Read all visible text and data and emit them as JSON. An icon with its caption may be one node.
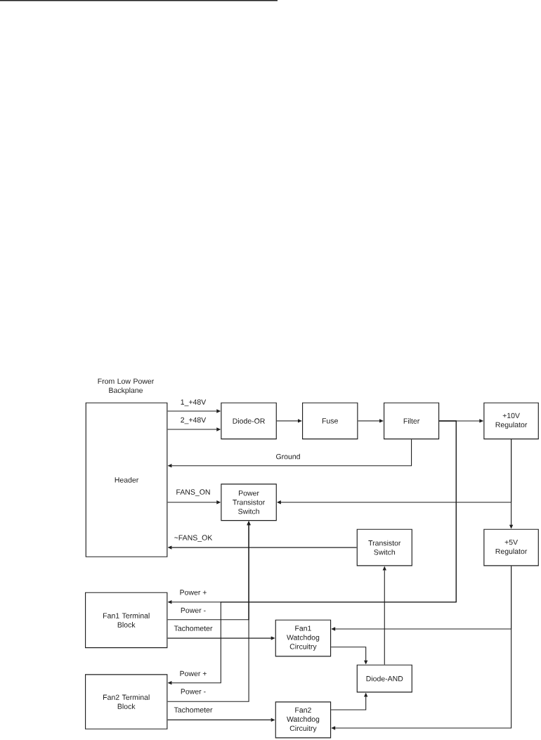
{
  "diagram": {
    "nodes": [
      {
        "text": [
          "Header"
        ],
        "beside": [
          "From Low Power Backplane"
        ]
      },
      {
        "text": [
          "Diode-OR"
        ]
      },
      {
        "text": [
          "Fuse"
        ]
      },
      {
        "text": [
          "Filter"
        ]
      },
      {
        "text": [
          "+10V Regulator"
        ]
      },
      {
        "text": [
          "Power Transistor Switch"
        ]
      },
      {
        "text": [
          "Transistor Switch"
        ]
      },
      {
        "text": [
          "+5V Regulator"
        ]
      },
      {
        "text": [
          "Fan1 Terminal Block"
        ]
      },
      {
        "text": [
          "Fan1 Watchdog Circuitry"
        ]
      },
      {
        "text": [
          "Diode-AND"
        ]
      },
      {
        "text": [
          "Fan2 Terminal Block"
        ]
      },
      {
        "text": [
          "Fan2 Watchdog Circuitry"
        ]
      }
    ],
    "edges": [
      {
        "from": 0,
        "to": 1,
        "arrow": "to",
        "label": "1_+48V"
      },
      {
        "from": 0,
        "to": 1,
        "arrow": "to",
        "label": "2_+48V"
      },
      {
        "from": 1,
        "to": 2,
        "arrow": "to"
      },
      {
        "from": 2,
        "to": 3,
        "arrow": "to"
      },
      {
        "from": 3,
        "to": 4,
        "arrow": "to"
      },
      {
        "from": 3,
        "to": 0,
        "arrow": "to",
        "label": "Ground"
      },
      {
        "from": 0,
        "to": 5,
        "arrow": "to",
        "label": "FANS_ON"
      },
      {
        "from": 4,
        "to": 5,
        "arrow": "to"
      },
      {
        "from": 4,
        "to": 7,
        "arrow": "to"
      },
      {
        "from": 6,
        "to": 0,
        "arrow": "to",
        "label": "~FANS_OK"
      },
      {
        "from": 3,
        "to": 8,
        "arrow": "to",
        "label": "Power +"
      },
      {
        "from": 3,
        "to": 11,
        "arrow": "to",
        "label": "Power +"
      },
      {
        "from": 8,
        "to": 5,
        "arrow": "to",
        "label": "Power -"
      },
      {
        "from": 11,
        "to": 5,
        "arrow": "to",
        "label": "Power -"
      },
      {
        "from": 8,
        "to": 9,
        "arrow": "to",
        "label": "Tachometer"
      },
      {
        "from": 11,
        "to": 12,
        "arrow": "to",
        "label": "Tachometer"
      },
      {
        "from": 9,
        "to": 10,
        "arrow": "to"
      },
      {
        "from": 12,
        "to": 10,
        "arrow": "to"
      },
      {
        "from": 10,
        "to": 6,
        "arrow": "to"
      },
      {
        "from": 7,
        "to": 9,
        "arrow": "to"
      },
      {
        "from": 7,
        "to": 12,
        "arrow": "to"
      }
    ]
  }
}
